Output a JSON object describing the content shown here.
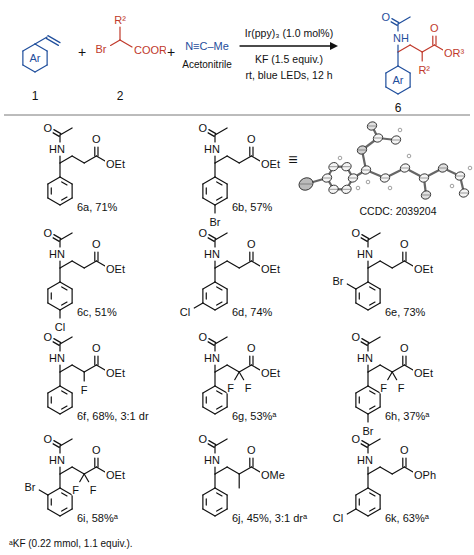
{
  "diagram": {
    "labels": [
      "Ar",
      "1",
      "+",
      "R²",
      "Br",
      "COOR³",
      "2",
      "+",
      "N≡C–Me",
      "Acetonitrile",
      "Ir(ppy)₃ (1.0 mol%)",
      "KF (1.5 equiv.)",
      "rt, blue LEDs, 12 h",
      "O",
      "NH",
      "R²",
      "O",
      "OR³",
      "Ar",
      "6",
      "O",
      "HN",
      "O",
      "OEt",
      "6a, 71%",
      "O",
      "HN",
      "O",
      "OEt",
      "Br",
      "6b, 57%",
      "≡",
      "CCDC: 2039204",
      "O",
      "HN",
      "O",
      "OEt",
      "Cl",
      "6c, 51%",
      "O",
      "HN",
      "O",
      "OEt",
      "Cl",
      "6d, 74%",
      "O",
      "HN",
      "O",
      "OEt",
      "Br",
      "6e, 73%",
      "O",
      "HN",
      "F",
      "O",
      "OEt",
      "6f, 68%, 3:1 dr",
      "O",
      "HN",
      "F",
      "F",
      "O",
      "OEt",
      "6g, 53%ᵃ",
      "O",
      "HN",
      "F",
      "F",
      "O",
      "OEt",
      "Br",
      "6h, 37%ᵃ",
      "O",
      "HN",
      "F",
      "F",
      "O",
      "OEt",
      "Br",
      "6i, 58%ᵃ",
      "O",
      "HN",
      "O",
      "OMe",
      "6j, 45%, 3:1 drᵃ",
      "O",
      "HN",
      "O",
      "OPh",
      "Cl",
      "6k, 63%ᵃ",
      "ᵃKF (0.22 mmol, 1.1 equiv.)."
    ]
  }
}
